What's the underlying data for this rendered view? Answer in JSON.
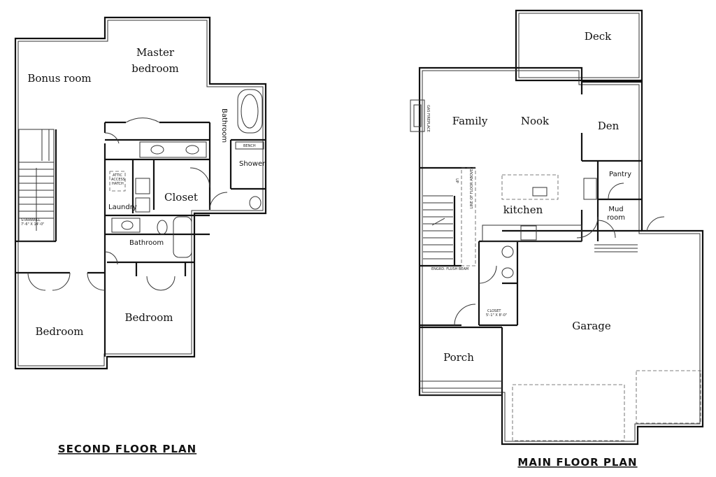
{
  "second_floor": {
    "title": "SECOND FLOOR PLAN",
    "rooms": {
      "bonus_room": "Bonus room",
      "master_line1": "Master",
      "master_line2": "bedroom",
      "bathroom_master": "Bathroom",
      "bench": "BENCH",
      "shower": "Shower",
      "closet": "Closet",
      "attic1": "ATTIC",
      "attic2": "ACCESS",
      "attic3": "HATCH",
      "laundry": "Laundry",
      "bathroom": "Bathroom",
      "stairwell": "STAIRWELL",
      "stairwell_dim": "7'-6\" X 14'-0\"",
      "bedroom_left": "Bedroom",
      "bedroom_right": "Bedroom"
    }
  },
  "main_floor": {
    "title": "MAIN FLOOR PLAN",
    "rooms": {
      "deck": "Deck",
      "family": "Family",
      "nook": "Nook",
      "den": "Den",
      "pantry": "Pantry",
      "kitchen": "kitchen",
      "mud1": "Mud",
      "mud2": "room",
      "garage": "Garage",
      "porch": "Porch",
      "fireplace": "GAS FIREPLACE",
      "floor_above": "LINE OF FLOOR ABOVE",
      "beam": "ENGRD. FLUSH BEAM",
      "closet": "CLOSET",
      "closet_dim": "5'-1\" X 8'-0\"",
      "up": "UP"
    }
  }
}
